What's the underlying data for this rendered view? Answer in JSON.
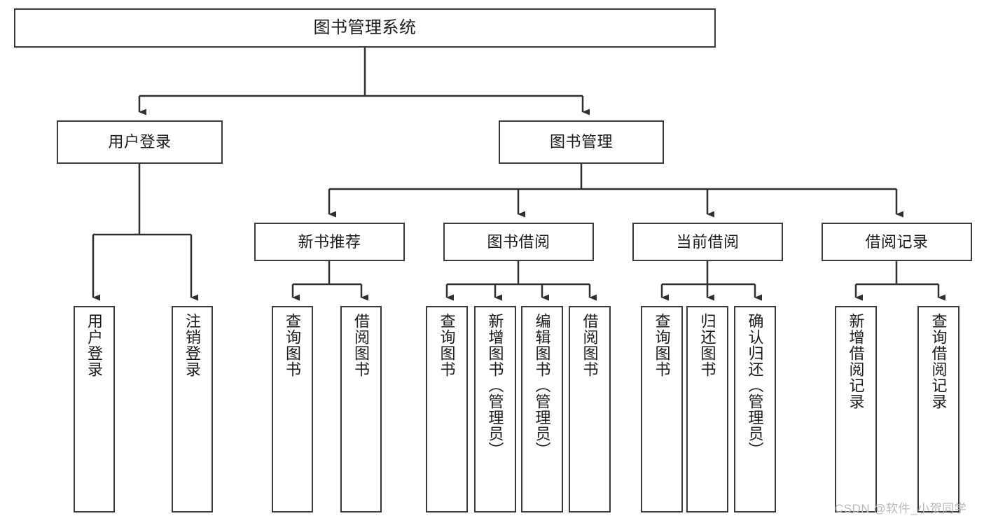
{
  "diagram": {
    "type": "tree",
    "title": "图书管理系统",
    "watermark": "CSDN @软件_小贺同学",
    "colors": {
      "stroke": "#3a3a3a",
      "fill": "#ffffff",
      "text": "#1a1a1a",
      "watermark": "#b9b9b9"
    },
    "root": {
      "label": "图书管理系统"
    },
    "level2": [
      {
        "label": "用户登录"
      },
      {
        "label": "图书管理"
      }
    ],
    "level3": [
      {
        "label": "新书推荐"
      },
      {
        "label": "图书借阅"
      },
      {
        "label": "当前借阅"
      },
      {
        "label": "借阅记录"
      }
    ],
    "leaves": {
      "user_login": [
        {
          "label": "用户登录"
        },
        {
          "label": "注销登录"
        }
      ],
      "new_book": [
        {
          "label": "查询图书"
        },
        {
          "label": "借阅图书"
        }
      ],
      "book_borrow": [
        {
          "label": "查询图书"
        },
        {
          "label": "新增图书（管理员）"
        },
        {
          "label": "编辑图书（管理员）"
        },
        {
          "label": "借阅图书"
        }
      ],
      "current_borrow": [
        {
          "label": "查询图书"
        },
        {
          "label": "归还图书"
        },
        {
          "label": "确认归还（管理员）"
        }
      ],
      "borrow_record": [
        {
          "label": "新增借阅记录"
        },
        {
          "label": "查询借阅记录"
        }
      ]
    }
  }
}
